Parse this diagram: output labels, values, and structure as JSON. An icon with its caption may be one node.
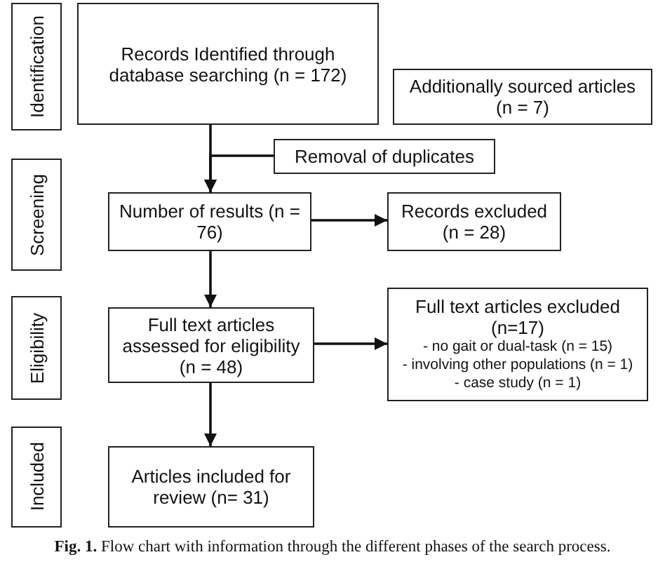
{
  "diagram": {
    "caption": "**Fig. 1.** Flow chart with information through the different phases of the search process.",
    "nodes": [
      {
        "text": [
          "Identification"
        ]
      },
      {
        "text": [
          "Records Identified through database searching (n = 172)"
        ]
      },
      {
        "text": [
          "Additionally sourced articles (n = 7)"
        ]
      },
      {
        "text": [
          "Removal of duplicates"
        ]
      },
      {
        "text": [
          "Screening"
        ]
      },
      {
        "text": [
          "Number of results (n = 76)"
        ]
      },
      {
        "text": [
          "Records excluded (n = 28)"
        ]
      },
      {
        "text": [
          "Eligibility"
        ]
      },
      {
        "text": [
          "Full text articles assessed for eligibility (n = 48)"
        ]
      },
      {
        "text": [
          "Full text articles excluded (n=17)",
          "- no gait or dual-task (n = 15)",
          "- involving other populations (n = 1)",
          "- case study (n = 1)"
        ]
      },
      {
        "text": [
          "Included"
        ]
      },
      {
        "text": [
          "Articles included for review (n= 31)"
        ]
      }
    ],
    "edges": [
      {
        "from": 1,
        "to": 5,
        "arrow": "to"
      },
      {
        "from": 3,
        "to": 5,
        "arrow": "to"
      },
      {
        "from": 5,
        "to": 6,
        "arrow": "to"
      },
      {
        "from": 5,
        "to": 8,
        "arrow": "to"
      },
      {
        "from": 8,
        "to": 9,
        "arrow": "to"
      },
      {
        "from": 8,
        "to": 11,
        "arrow": "to"
      }
    ]
  }
}
